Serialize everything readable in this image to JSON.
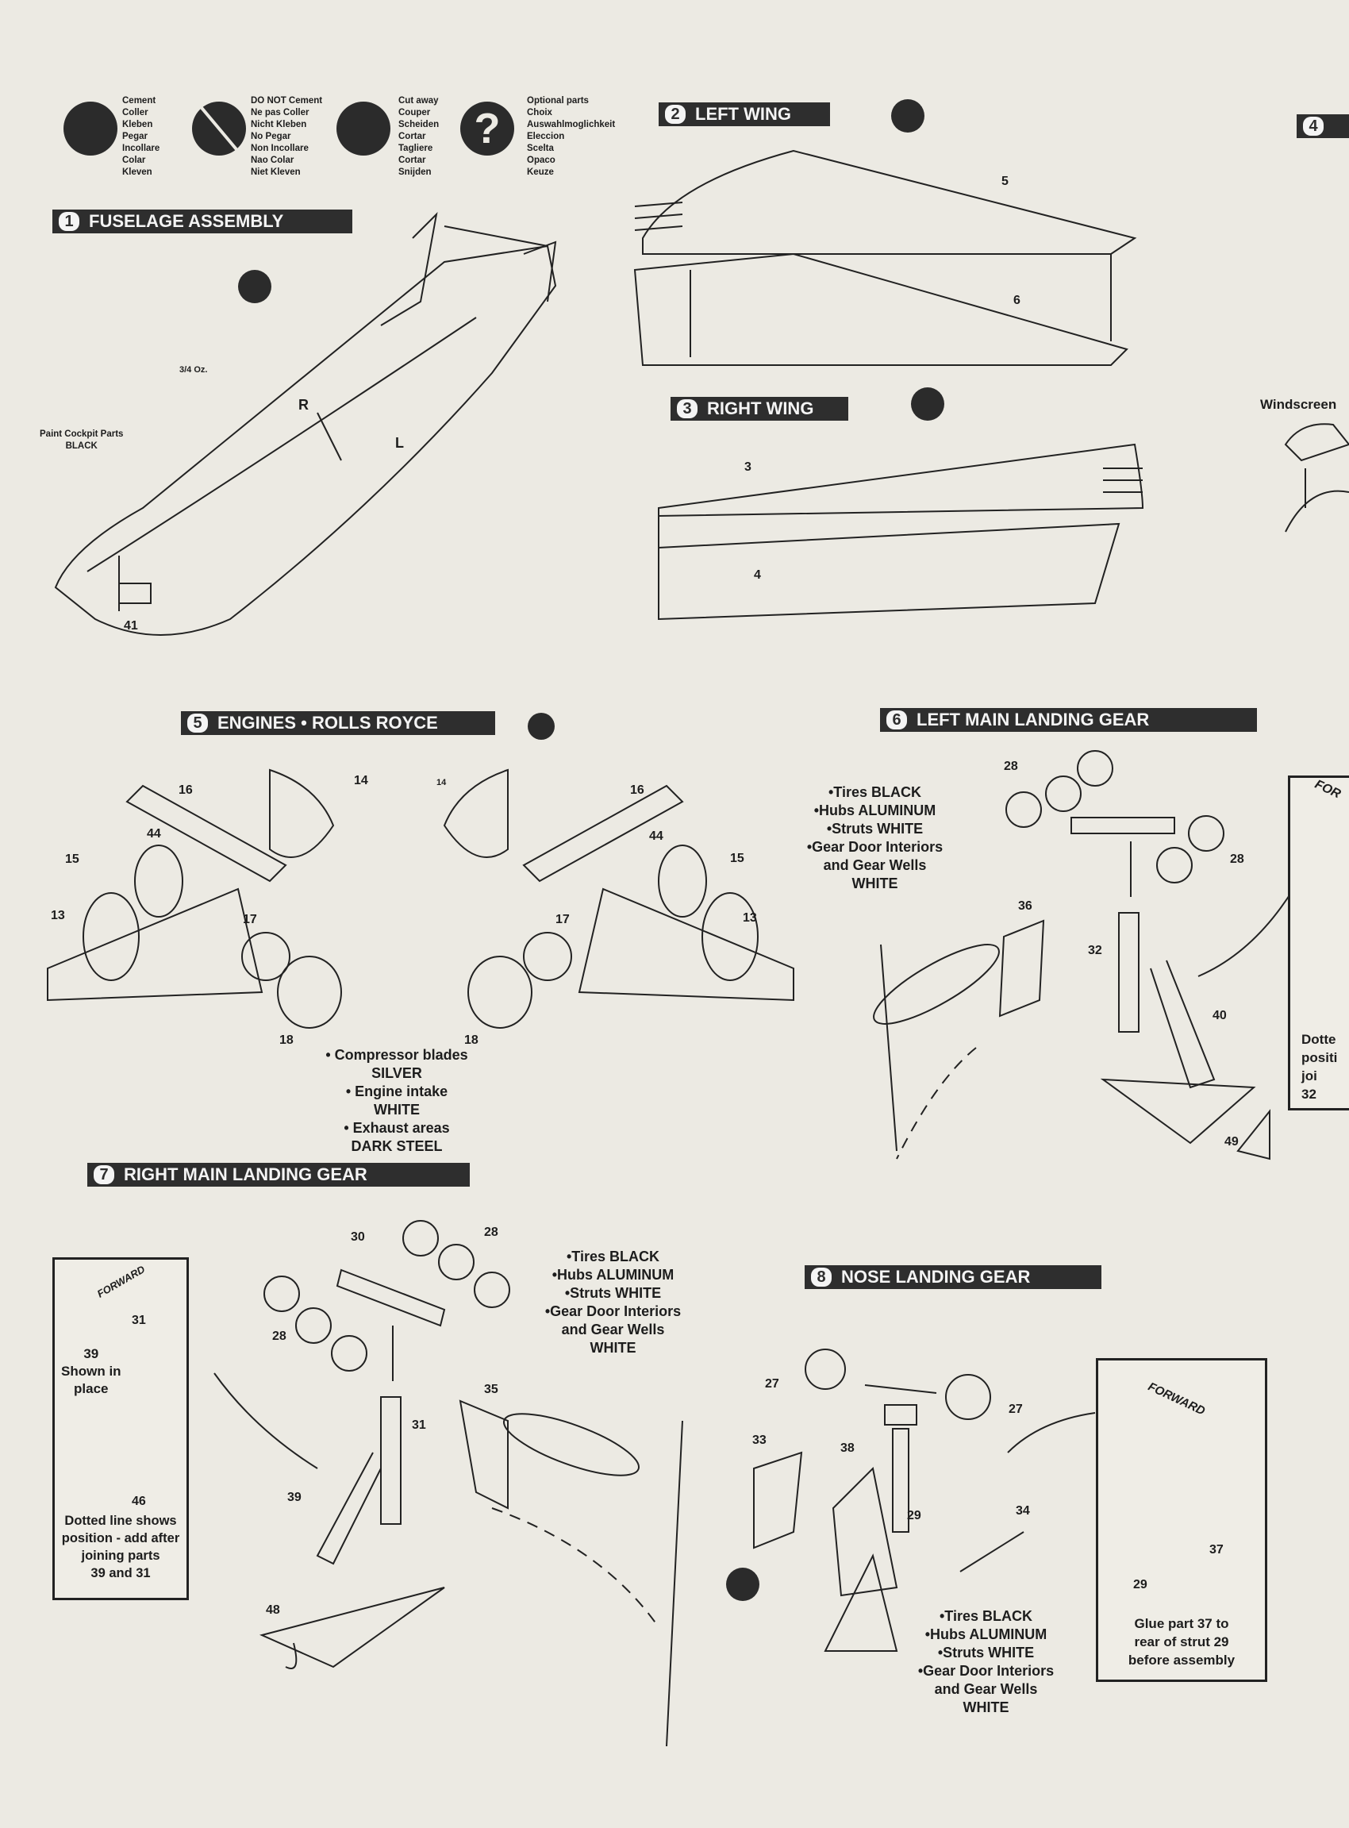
{
  "legend": [
    {
      "icon": "cement-tube-icon",
      "text": "Cement\nColler\nKleben\nPegar\nIncollare\nColar\nKleven"
    },
    {
      "icon": "no-cement-icon",
      "text": "DO NOT Cement\nNe pas Coller\nNicht Kleben\nNo Pegar\nNon Incollare\nNao Colar\nNiet Kleven"
    },
    {
      "icon": "hobby-knife-icon",
      "text": "Cut away\nCouper\nScheiden\nCortar\nTagliere\nCortar\nSnijden"
    },
    {
      "icon": "question-mark-icon",
      "text": "Optional parts\nChoix\nAuswahlmoglichkeit\nEleccion\nScelta\nOpaco\nKeuze"
    }
  ],
  "steps": {
    "s1": {
      "num": "1",
      "title": "FUSELAGE ASSEMBLY"
    },
    "s2": {
      "num": "2",
      "title": "LEFT WING"
    },
    "s3": {
      "num": "3",
      "title": "RIGHT WING"
    },
    "s4": {
      "num": "4",
      "title": ""
    },
    "s5": {
      "num": "5",
      "title": "ENGINES • ROLLS ROYCE"
    },
    "s6": {
      "num": "6",
      "title": "LEFT MAIN LANDING GEAR"
    },
    "s7": {
      "num": "7",
      "title": "RIGHT MAIN LANDING GEAR"
    },
    "s8": {
      "num": "8",
      "title": "NOSE LANDING GEAR"
    }
  },
  "step1": {
    "R": "R",
    "L": "L",
    "p41": "41",
    "weight": "3/4 Oz.",
    "paint": "Paint Cockpit Parts\nBLACK"
  },
  "step2": {
    "p5": "5",
    "p6": "6"
  },
  "step3": {
    "p3": "3",
    "p4": "4"
  },
  "step4": {
    "windscreen": "Windscreen"
  },
  "step5": {
    "parts": [
      "16",
      "14",
      "14",
      "16",
      "44",
      "44",
      "15",
      "15",
      "13",
      "13",
      "17",
      "17",
      "18",
      "18"
    ],
    "notes": "• Compressor blades\nSILVER\n• Engine intake\nWHITE\n• Exhaust areas\nDARK STEEL"
  },
  "step6": {
    "notes": "•Tires BLACK\n•Hubs ALUMINUM\n•Struts WHITE\n•Gear Door Interiors\nand Gear Wells\nWHITE",
    "parts": [
      "28",
      "28",
      "36",
      "32",
      "40",
      "49"
    ],
    "inset_forward": "FOR",
    "inset_note": "Dotte\npositi\njoi\n32"
  },
  "step7": {
    "notes": "•Tires BLACK\n•Hubs ALUMINUM\n•Struts WHITE\n•Gear Door Interiors\nand Gear Wells\nWHITE",
    "parts": [
      "30",
      "28",
      "28",
      "31",
      "35",
      "39",
      "48"
    ],
    "inset": {
      "forward": "FORWARD",
      "p31": "31",
      "shown": "39\nShown in\nplace",
      "p46": "46",
      "note": "Dotted line shows\nposition - add after\njoining parts\n39 and 31"
    }
  },
  "step8": {
    "notes": "•Tires BLACK\n•Hubs ALUMINUM\n•Struts WHITE\n•Gear Door Interiors\nand Gear Wells\nWHITE",
    "parts": [
      "27",
      "27",
      "33",
      "38",
      "29",
      "34"
    ],
    "inset": {
      "forward": "FORWARD",
      "p37": "37",
      "p29": "29",
      "note": "Glue part 37 to\nrear of strut 29\nbefore assembly"
    }
  }
}
